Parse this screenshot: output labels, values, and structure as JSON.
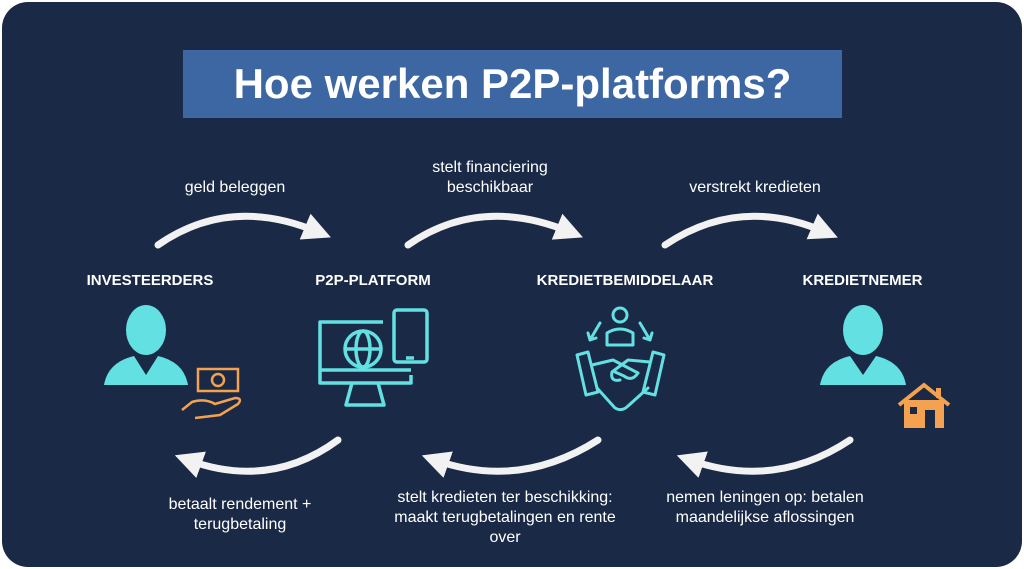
{
  "title": "Hoe werken P2P-platforms?",
  "actors": [
    "INVESTEERDERS",
    "P2P-PLATFORM",
    "KREDIETBEMIDDELAAR",
    "KREDIETNEMER"
  ],
  "top_flows": [
    "geld beleggen",
    "stelt financiering beschikbaar",
    "verstrekt kredieten"
  ],
  "bottom_flows": [
    "betaalt rendement + terugbetaling",
    "stelt kredieten ter beschikking: maakt terugbetalingen en rente over",
    "nemen leningen op: betalen maandelijkse aflossingen"
  ],
  "colors": {
    "background": "#1a2946",
    "title_bg": "#3d67a3",
    "icon": "#63e0e2",
    "accent": "#f4a24f"
  }
}
